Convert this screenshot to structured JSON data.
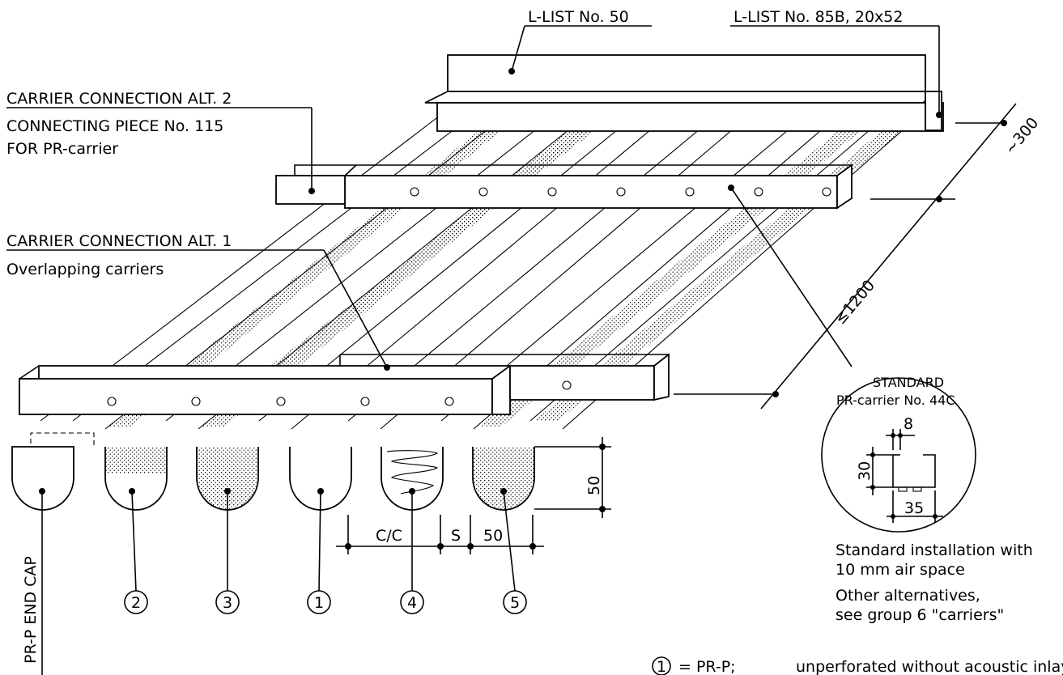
{
  "labels": {
    "llist50": "L-LIST No. 50",
    "llist85b": "L-LIST No. 85B, 20x52",
    "carrier_alt2": "CARRIER CONNECTION ALT. 2",
    "connecting_piece": "CONNECTING PIECE No. 115",
    "for_pr_carrier": "FOR PR-carrier",
    "carrier_alt1": "CARRIER CONNECTION ALT. 1",
    "overlapping": "Overlapping carriers",
    "end_cap": "PR-P END CAP"
  },
  "dimensions": {
    "spacing_300": "~300",
    "spacing_1200": "≤1200",
    "height_50": "50",
    "cc": "C/C",
    "s": "S",
    "width_50": "50"
  },
  "detail": {
    "title1": "STANDARD",
    "title2": "PR-carrier No. 44C",
    "dim_8": "8",
    "dim_30": "30",
    "dim_35": "35"
  },
  "notes": {
    "line1": "Standard installation with",
    "line2": "10 mm air space",
    "line3": "Other alternatives,",
    "line4": "see group 6 \"carriers\""
  },
  "profile_numbers": [
    "2",
    "3",
    "1",
    "4",
    "5"
  ],
  "legend": {
    "num": "1",
    "text": "= PR-P;",
    "desc": "unperforated without acoustic inlay"
  }
}
